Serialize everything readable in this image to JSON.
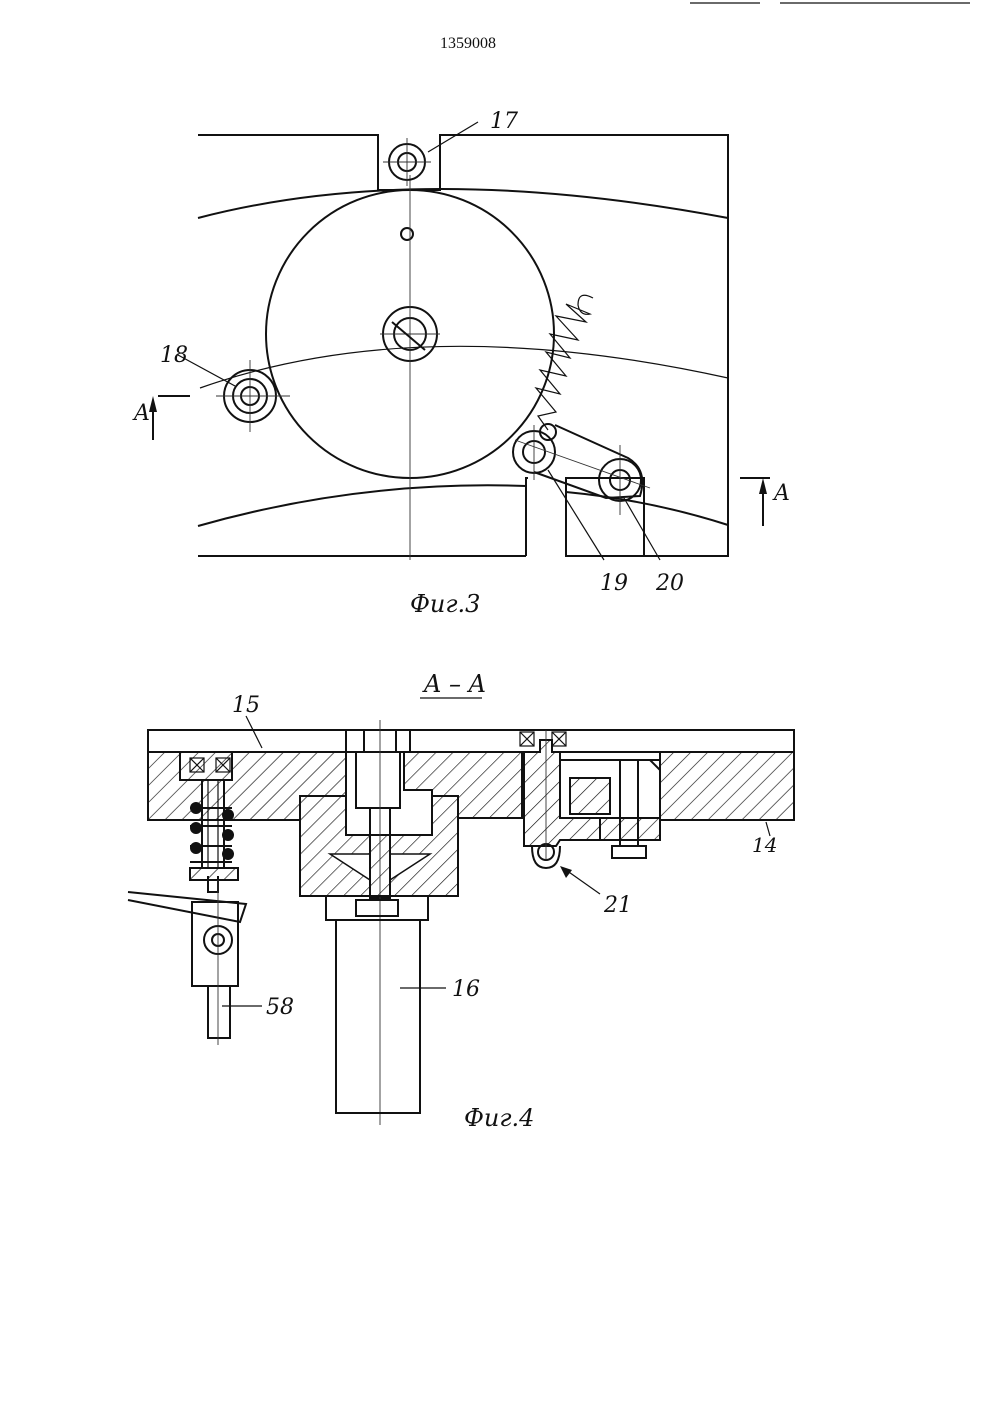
{
  "header": {
    "patent_number": "1359008"
  },
  "fig3": {
    "caption": "Фиг.3",
    "labels": {
      "l17": "17",
      "l18": "18",
      "l19": "19",
      "l20": "20"
    },
    "section_left": "A",
    "section_right": "A"
  },
  "fig4": {
    "section_title": "A – A",
    "caption": "Фиг.4",
    "labels": {
      "l14": "14",
      "l15": "15",
      "l16": "16",
      "l21": "21",
      "l58": "58"
    }
  }
}
